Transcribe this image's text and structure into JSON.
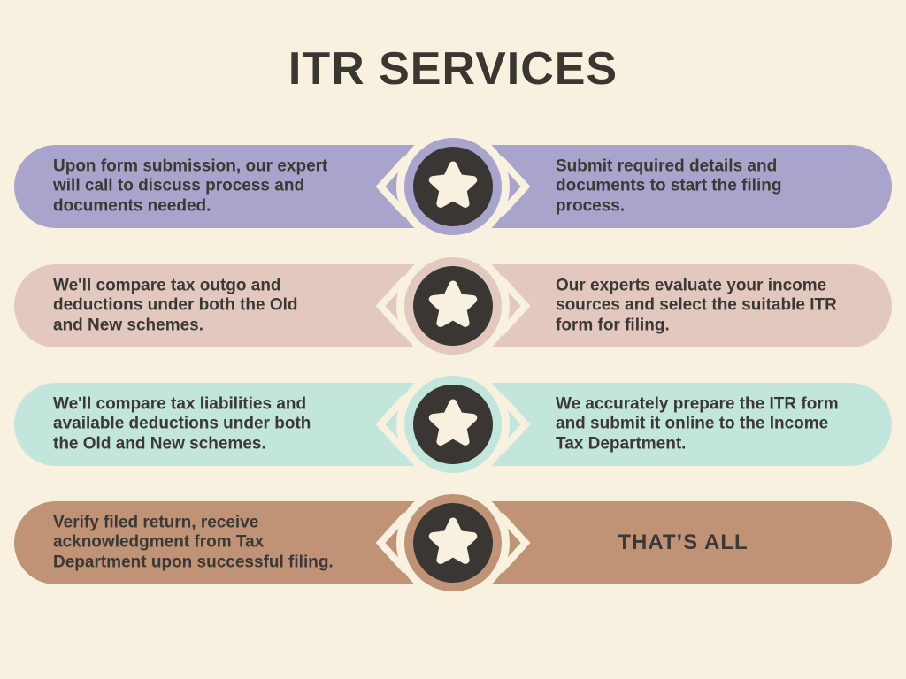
{
  "title": "ITR SERVICES",
  "colors": {
    "background": "#f8f1e0",
    "badge_dark": "#393633",
    "text": "#3c3935"
  },
  "icons": {
    "badge": "star-icon",
    "left_notch": "chevron-left-icon",
    "right_notch": "chevron-right-icon"
  },
  "rows": [
    {
      "color": "#a9a4cc",
      "left_text": "Upon form submission, our expert\nwill call to discuss process and\ndocuments needed.",
      "right_text": "Submit required details and\ndocuments to start the filing\nprocess."
    },
    {
      "color": "#e3c8c0",
      "left_text": "We'll compare tax outgo and\ndeductions under both the Old\nand New schemes.",
      "right_text": "Our experts evaluate your income\nsources and select the suitable ITR\nform for filing."
    },
    {
      "color": "#c2e6db",
      "left_text": "We'll compare tax liabilities and\navailable deductions under both\nthe Old and New schemes.",
      "right_text": "We accurately prepare the ITR form\nand submit it online to the Income\nTax Department."
    },
    {
      "color": "#c19376",
      "left_text": "Verify filed return, receive\nacknowledgment from Tax\nDepartment upon successful filing.",
      "right_text": "THAT’S ALL"
    }
  ]
}
